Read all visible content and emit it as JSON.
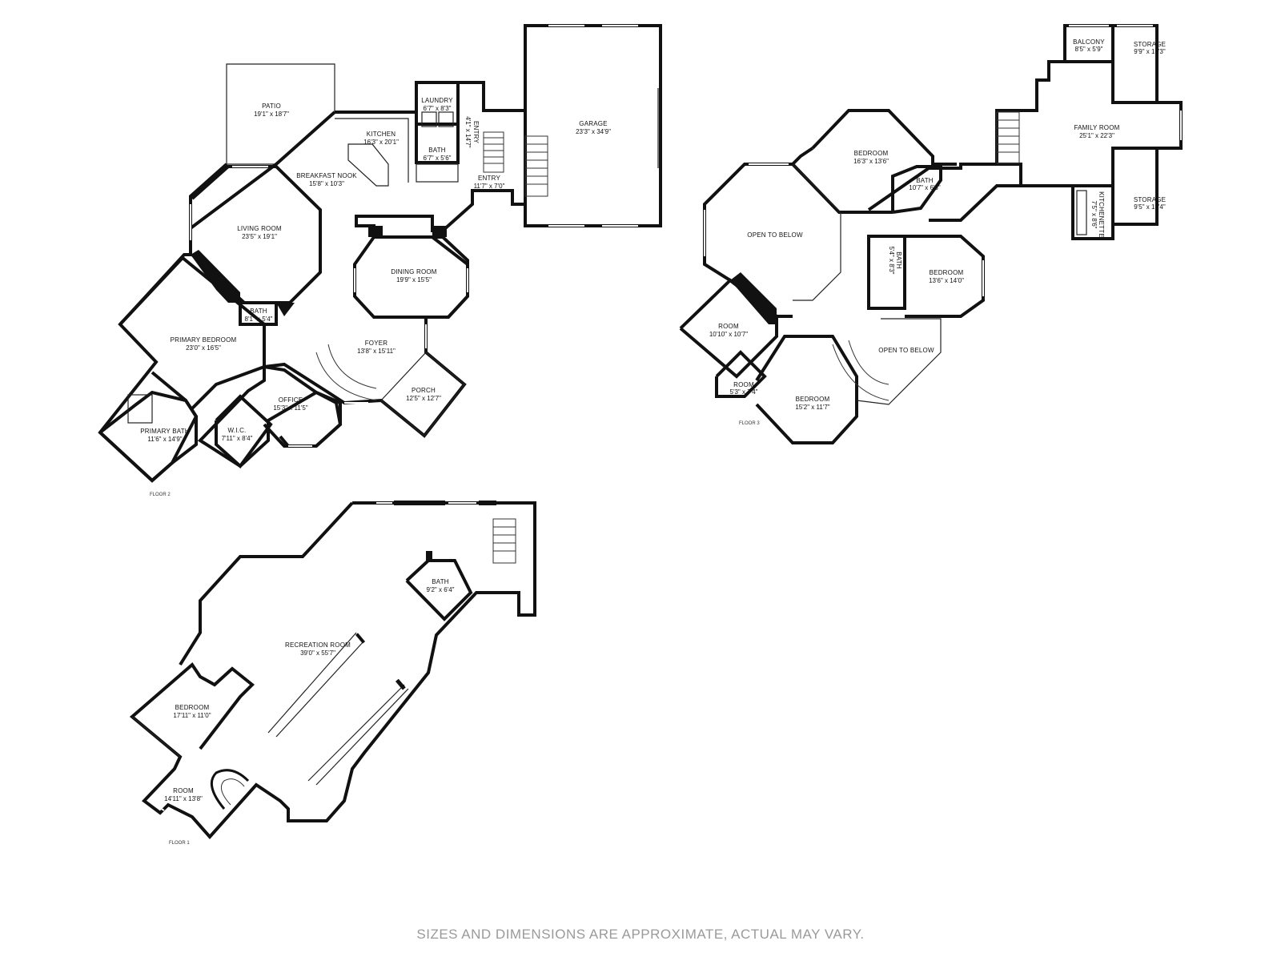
{
  "disclaimer": "SIZES AND DIMENSIONS ARE APPROXIMATE, ACTUAL MAY VARY.",
  "floors": [
    {
      "label": "FLOOR 2",
      "rooms": [
        {
          "name": "PATIO",
          "dim": "19'1\" x 18'7\""
        },
        {
          "name": "KITCHEN",
          "dim": "16'3\" x 20'1\""
        },
        {
          "name": "LAUNDRY",
          "dim": "6'7\" x 8'3\""
        },
        {
          "name": "BATH",
          "dim": "6'7\" x 5'6\""
        },
        {
          "name": "ENTRY",
          "dim": "4'1\" x 14'7\""
        },
        {
          "name": "GARAGE",
          "dim": "23'3\" x 34'9\""
        },
        {
          "name": "BREAKFAST NOOK",
          "dim": "15'8\" x 10'3\""
        },
        {
          "name": "ENTRY",
          "dim": "11'7\" x 7'0\""
        },
        {
          "name": "LIVING ROOM",
          "dim": "23'5\" x 19'1\""
        },
        {
          "name": "DINING ROOM",
          "dim": "19'9\" x 15'5\""
        },
        {
          "name": "BATH",
          "dim": "8'1\" x 5'4\""
        },
        {
          "name": "PRIMARY BEDROOM",
          "dim": "23'0\" x 16'5\""
        },
        {
          "name": "FOYER",
          "dim": "13'8\" x 15'11\""
        },
        {
          "name": "PORCH",
          "dim": "12'5\" x 12'7\""
        },
        {
          "name": "OFFICE",
          "dim": "15'3\" x 11'5\""
        },
        {
          "name": "PRIMARY BATH",
          "dim": "11'6\" x 14'9\""
        },
        {
          "name": "W.I.C.",
          "dim": "7'11\" x 8'4\""
        }
      ]
    },
    {
      "label": "FLOOR 3",
      "rooms": [
        {
          "name": "BALCONY",
          "dim": "8'5\" x 5'9\""
        },
        {
          "name": "STORAGE",
          "dim": "9'9\" x 13'3\""
        },
        {
          "name": "FAMILY ROOM",
          "dim": "25'1\" x 22'3\""
        },
        {
          "name": "BEDROOM",
          "dim": "16'3\" x 13'6\""
        },
        {
          "name": "BATH",
          "dim": "10'7\" x 6'3\""
        },
        {
          "name": "STORAGE",
          "dim": "9'5\" x 13'4\""
        },
        {
          "name": "KITCHENETTE",
          "dim": "7'5\" x 8'6\""
        },
        {
          "name": "OPEN TO BELOW",
          "dim": ""
        },
        {
          "name": "BATH",
          "dim": "5'4\" x 8'3\""
        },
        {
          "name": "BEDROOM",
          "dim": "13'6\" x 14'0\""
        },
        {
          "name": "ROOM",
          "dim": "10'10\" x 10'7\""
        },
        {
          "name": "OPEN TO BELOW",
          "dim": ""
        },
        {
          "name": "ROOM",
          "dim": "5'3\" x 7'4\""
        },
        {
          "name": "BEDROOM",
          "dim": "15'2\" x 11'7\""
        }
      ]
    },
    {
      "label": "FLOOR 1",
      "rooms": [
        {
          "name": "BATH",
          "dim": "9'2\" x 6'4\""
        },
        {
          "name": "RECREATION ROOM",
          "dim": "39'0\" x 55'7\""
        },
        {
          "name": "BEDROOM",
          "dim": "17'11\" x 11'0\""
        },
        {
          "name": "ROOM",
          "dim": "14'11\" x 13'8\""
        }
      ]
    }
  ]
}
